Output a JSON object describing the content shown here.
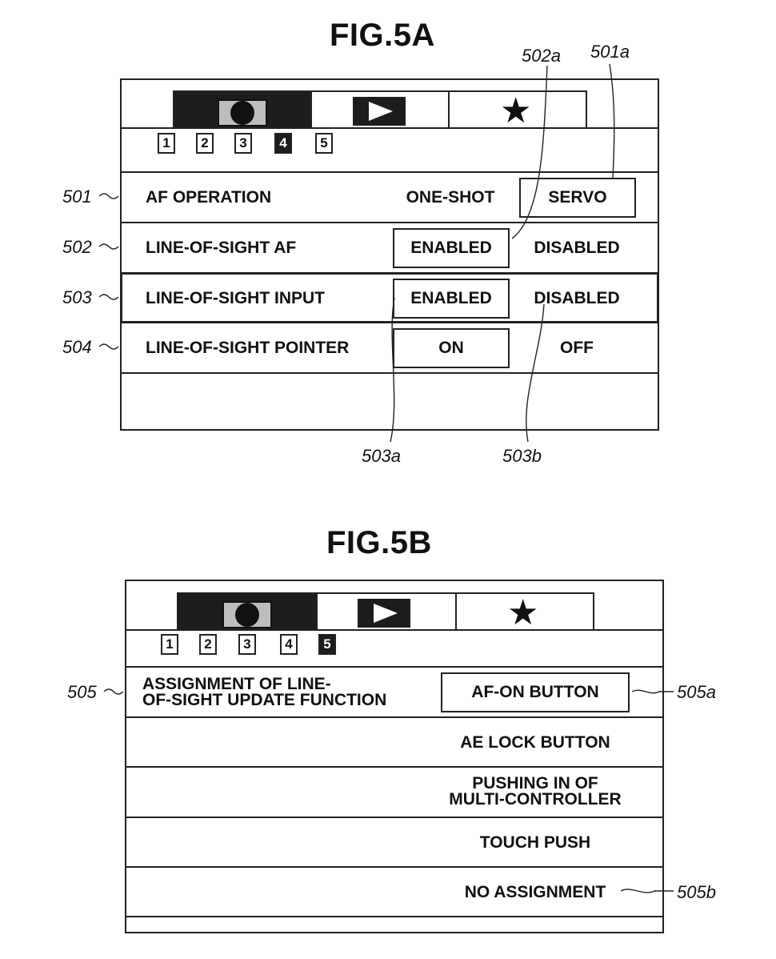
{
  "fig5a": {
    "title": "FIG.5A",
    "page_numbers": [
      "1",
      "2",
      "3",
      "4",
      "5"
    ],
    "selected_page": "4",
    "rows": [
      {
        "label": "AF OPERATION",
        "option_a": "ONE-SHOT",
        "option_b": "SERVO"
      },
      {
        "label": "LINE-OF-SIGHT AF",
        "option_a": "ENABLED",
        "option_b": "DISABLED"
      },
      {
        "label": "LINE-OF-SIGHT INPUT",
        "option_a": "ENABLED",
        "option_b": "DISABLED"
      },
      {
        "label": "LINE-OF-SIGHT POINTER",
        "option_a": "ON",
        "option_b": "OFF"
      }
    ],
    "refs": {
      "r501": "501",
      "r502": "502",
      "r503": "503",
      "r504": "504",
      "r501a": "501a",
      "r502a": "502a",
      "r503a": "503a",
      "r503b": "503b"
    }
  },
  "fig5b": {
    "title": "FIG.5B",
    "page_numbers": [
      "1",
      "2",
      "3",
      "4",
      "5"
    ],
    "selected_page": "5",
    "label_line1": "ASSIGNMENT OF LINE-",
    "label_line2": "OF-SIGHT UPDATE FUNCTION",
    "options": [
      {
        "line1": "AF-ON BUTTON",
        "line2": ""
      },
      {
        "line1": "AE LOCK BUTTON",
        "line2": ""
      },
      {
        "line1": "PUSHING IN OF",
        "line2": "MULTI-CONTROLLER"
      },
      {
        "line1": "TOUCH PUSH",
        "line2": ""
      },
      {
        "line1": "NO ASSIGNMENT",
        "line2": ""
      }
    ],
    "refs": {
      "r505": "505",
      "r505a": "505a",
      "r505b": "505b"
    }
  },
  "icons": {
    "tab1": "camera-icon",
    "tab2": "play-icon",
    "tab3": "star-icon"
  }
}
